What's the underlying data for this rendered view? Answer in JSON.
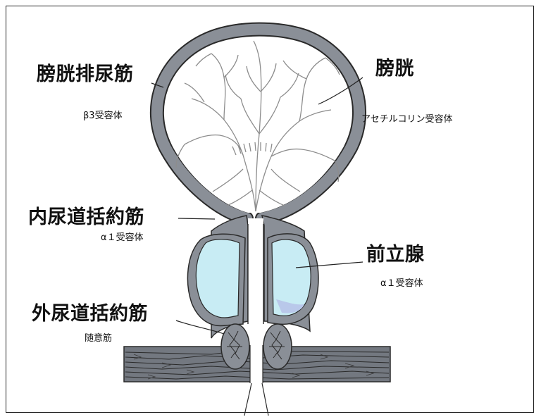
{
  "labels": {
    "detrusor": "膀胱排尿筋",
    "detrusor_receptor": "β3受容体",
    "bladder": "膀胱",
    "bladder_receptor": "アセチルコリン受容体",
    "internal_sphincter": "内尿道括約筋",
    "internal_receptor": "α１受容体",
    "prostate": "前立腺",
    "prostate_receptor": "α１受容体",
    "external_sphincter": "外尿道括約筋",
    "external_type": "随意筋"
  },
  "colors": {
    "wall": "#8a8f97",
    "outline": "#2a2a2a",
    "prostate_fill": "#c8ecf4",
    "vessel": "#8d8d8d",
    "muscle": "#6f747b"
  }
}
